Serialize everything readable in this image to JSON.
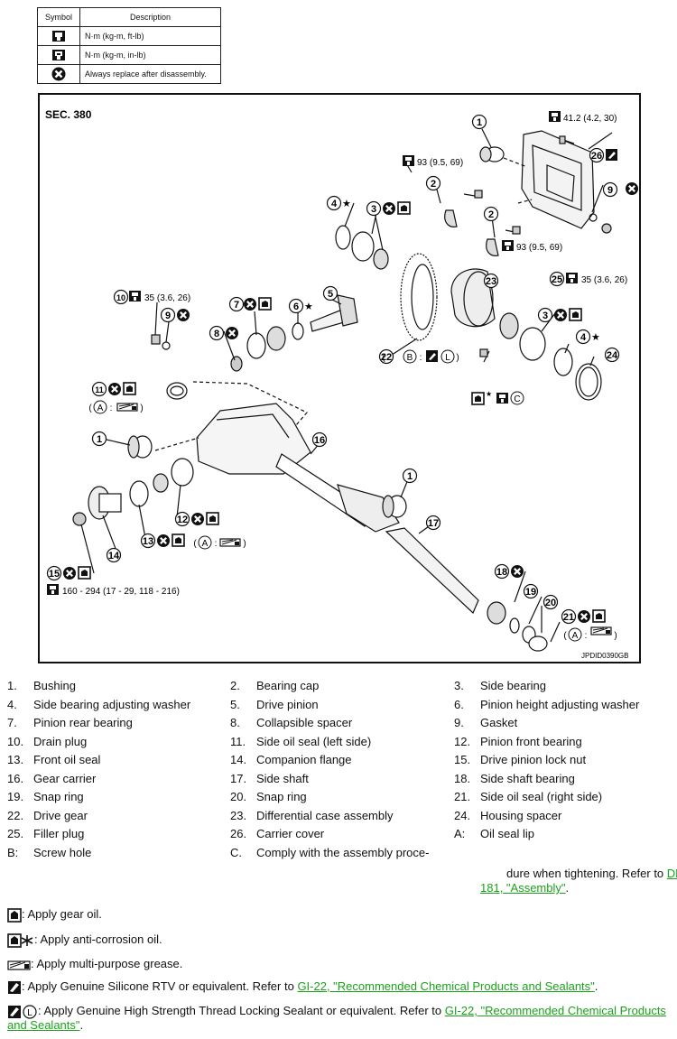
{
  "symbol_table": {
    "headers": [
      "Symbol",
      "Description"
    ],
    "rows": [
      {
        "icon": "torque-wrench-icon",
        "desc": "N·m (kg-m, ft-lb)"
      },
      {
        "icon": "torque-wrench-small-icon",
        "desc": "N·m (kg-m, in-lb)"
      },
      {
        "icon": "always-replace-icon",
        "desc": "Always replace after disassembly."
      }
    ]
  },
  "diagram": {
    "section": "SEC. 380",
    "code": "JPDID0390GB",
    "torques": {
      "t1": "41.2 (4.2, 30)",
      "t2": "93 (9.5, 69)",
      "t3": "93 (9.5, 69)",
      "t4": "35 (3.6, 26)",
      "t5": "35 (3.6, 26)",
      "t6": "160 - 294 (17 - 29, 118 - 216)"
    },
    "callouts": [
      "1",
      "2",
      "3",
      "4",
      "5",
      "6",
      "7",
      "8",
      "9",
      "10",
      "11",
      "12",
      "13",
      "14",
      "15",
      "16",
      "17",
      "18",
      "19",
      "20",
      "21",
      "22",
      "23",
      "24",
      "25",
      "26"
    ],
    "letters": {
      "A": "A",
      "B": "B",
      "C": "C",
      "L": "L"
    },
    "star": "★"
  },
  "legend": {
    "items": [
      {
        "num": "1.",
        "label": "Bushing"
      },
      {
        "num": "2.",
        "label": "Bearing cap"
      },
      {
        "num": "3.",
        "label": "Side bearing"
      },
      {
        "num": "4.",
        "label": "Side bearing adjusting washer"
      },
      {
        "num": "5.",
        "label": "Drive pinion"
      },
      {
        "num": "6.",
        "label": "Pinion height adjusting washer"
      },
      {
        "num": "7.",
        "label": "Pinion rear bearing"
      },
      {
        "num": "8.",
        "label": "Collapsible spacer"
      },
      {
        "num": "9.",
        "label": "Gasket"
      },
      {
        "num": "10.",
        "label": "Drain plug"
      },
      {
        "num": "11.",
        "label": "Side oil seal (left side)"
      },
      {
        "num": "12.",
        "label": "Pinion front bearing"
      },
      {
        "num": "13.",
        "label": "Front oil seal"
      },
      {
        "num": "14.",
        "label": "Companion flange"
      },
      {
        "num": "15.",
        "label": "Drive pinion lock nut"
      },
      {
        "num": "16.",
        "label": "Gear carrier"
      },
      {
        "num": "17.",
        "label": "Side shaft"
      },
      {
        "num": "18.",
        "label": "Side shaft bearing"
      },
      {
        "num": "19.",
        "label": "Snap ring"
      },
      {
        "num": "20.",
        "label": "Snap ring"
      },
      {
        "num": "21.",
        "label": "Side oil seal (right side)"
      },
      {
        "num": "22.",
        "label": "Drive gear"
      },
      {
        "num": "23.",
        "label": "Differential case assembly"
      },
      {
        "num": "24.",
        "label": "Housing spacer"
      },
      {
        "num": "25.",
        "label": "Filler plug"
      },
      {
        "num": "26.",
        "label": "Carrier cover"
      },
      {
        "num": "A:",
        "label": "Oil seal lip"
      },
      {
        "num": "B:",
        "label": "Screw hole"
      },
      {
        "num": "C.",
        "label": "Comply with the assembly proce-"
      }
    ],
    "c_line2": "dure when tightening. Refer to ",
    "c_link_a": "DLN-",
    "c_link_b": "181, \"Assembly\"",
    "c_end": "."
  },
  "notes": {
    "gear_oil": ": Apply gear oil.",
    "anti_corrosion": ": Apply anti-corrosion oil.",
    "grease": ": Apply multi-purpose grease.",
    "rtv_text": ": Apply Genuine Silicone RTV or equivalent. Refer to ",
    "rtv_link": "GI-22, \"Recommended Chemical Products and Sealants\"",
    "rtv_end": ".",
    "thread_text": ": Apply Genuine High Strength Thread Locking Sealant or equivalent. Refer to ",
    "thread_link_a": "GI-22, \"Recommended Chemical Products",
    "thread_link_b": "and Sealants\"",
    "thread_end": "."
  }
}
